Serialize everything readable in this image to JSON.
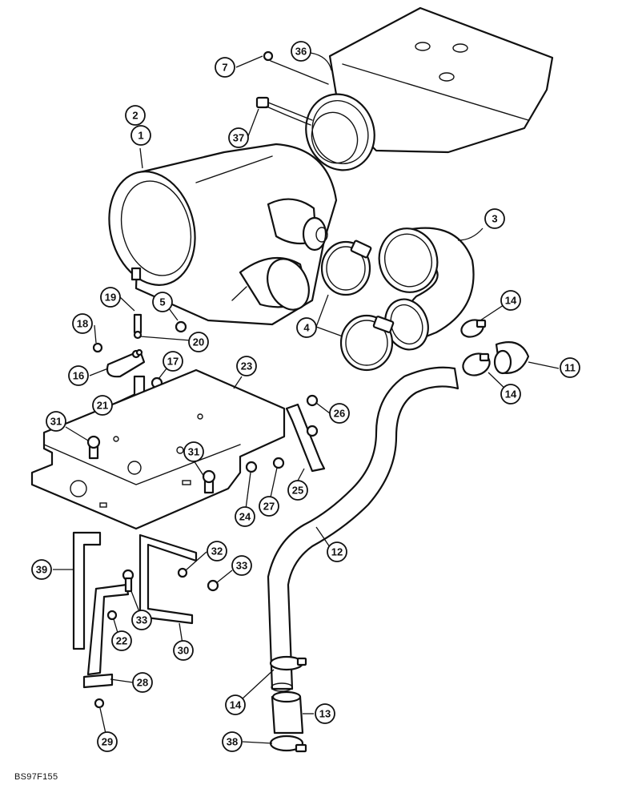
{
  "diagram": {
    "document_code": "BS97F155",
    "callouts": [
      "1",
      "2",
      "3",
      "4",
      "5",
      "7",
      "11",
      "12",
      "13",
      "14",
      "16",
      "17",
      "18",
      "19",
      "20",
      "21",
      "22",
      "23",
      "24",
      "25",
      "26",
      "27",
      "28",
      "29",
      "30",
      "31",
      "32",
      "33",
      "36",
      "37",
      "38",
      "39"
    ]
  }
}
